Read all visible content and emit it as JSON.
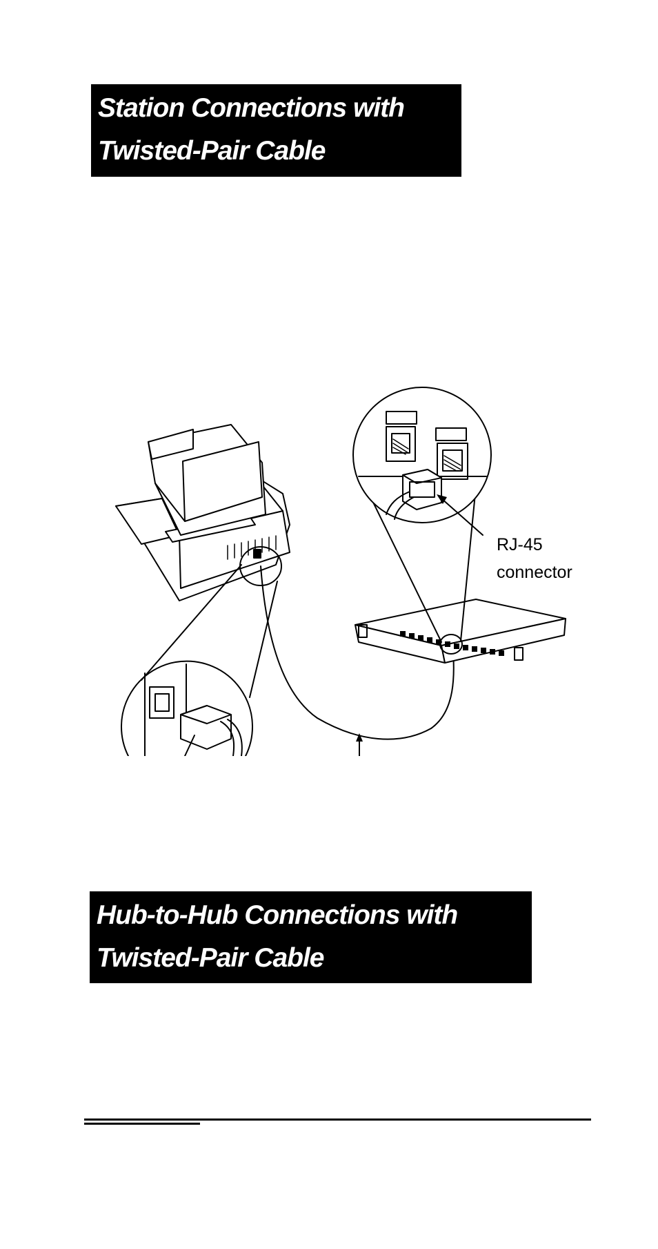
{
  "headings": {
    "station": {
      "line1": "Station Connections with",
      "line2": "Twisted-Pair Cable"
    },
    "hub": {
      "line1": "Hub-to-Hub Connections with",
      "line2": "Twisted-Pair Cable"
    }
  },
  "figure": {
    "connector_label": {
      "line1": "RJ-45",
      "line2": "connector"
    }
  },
  "colors": {
    "ink": "#000000",
    "paper": "#ffffff"
  }
}
